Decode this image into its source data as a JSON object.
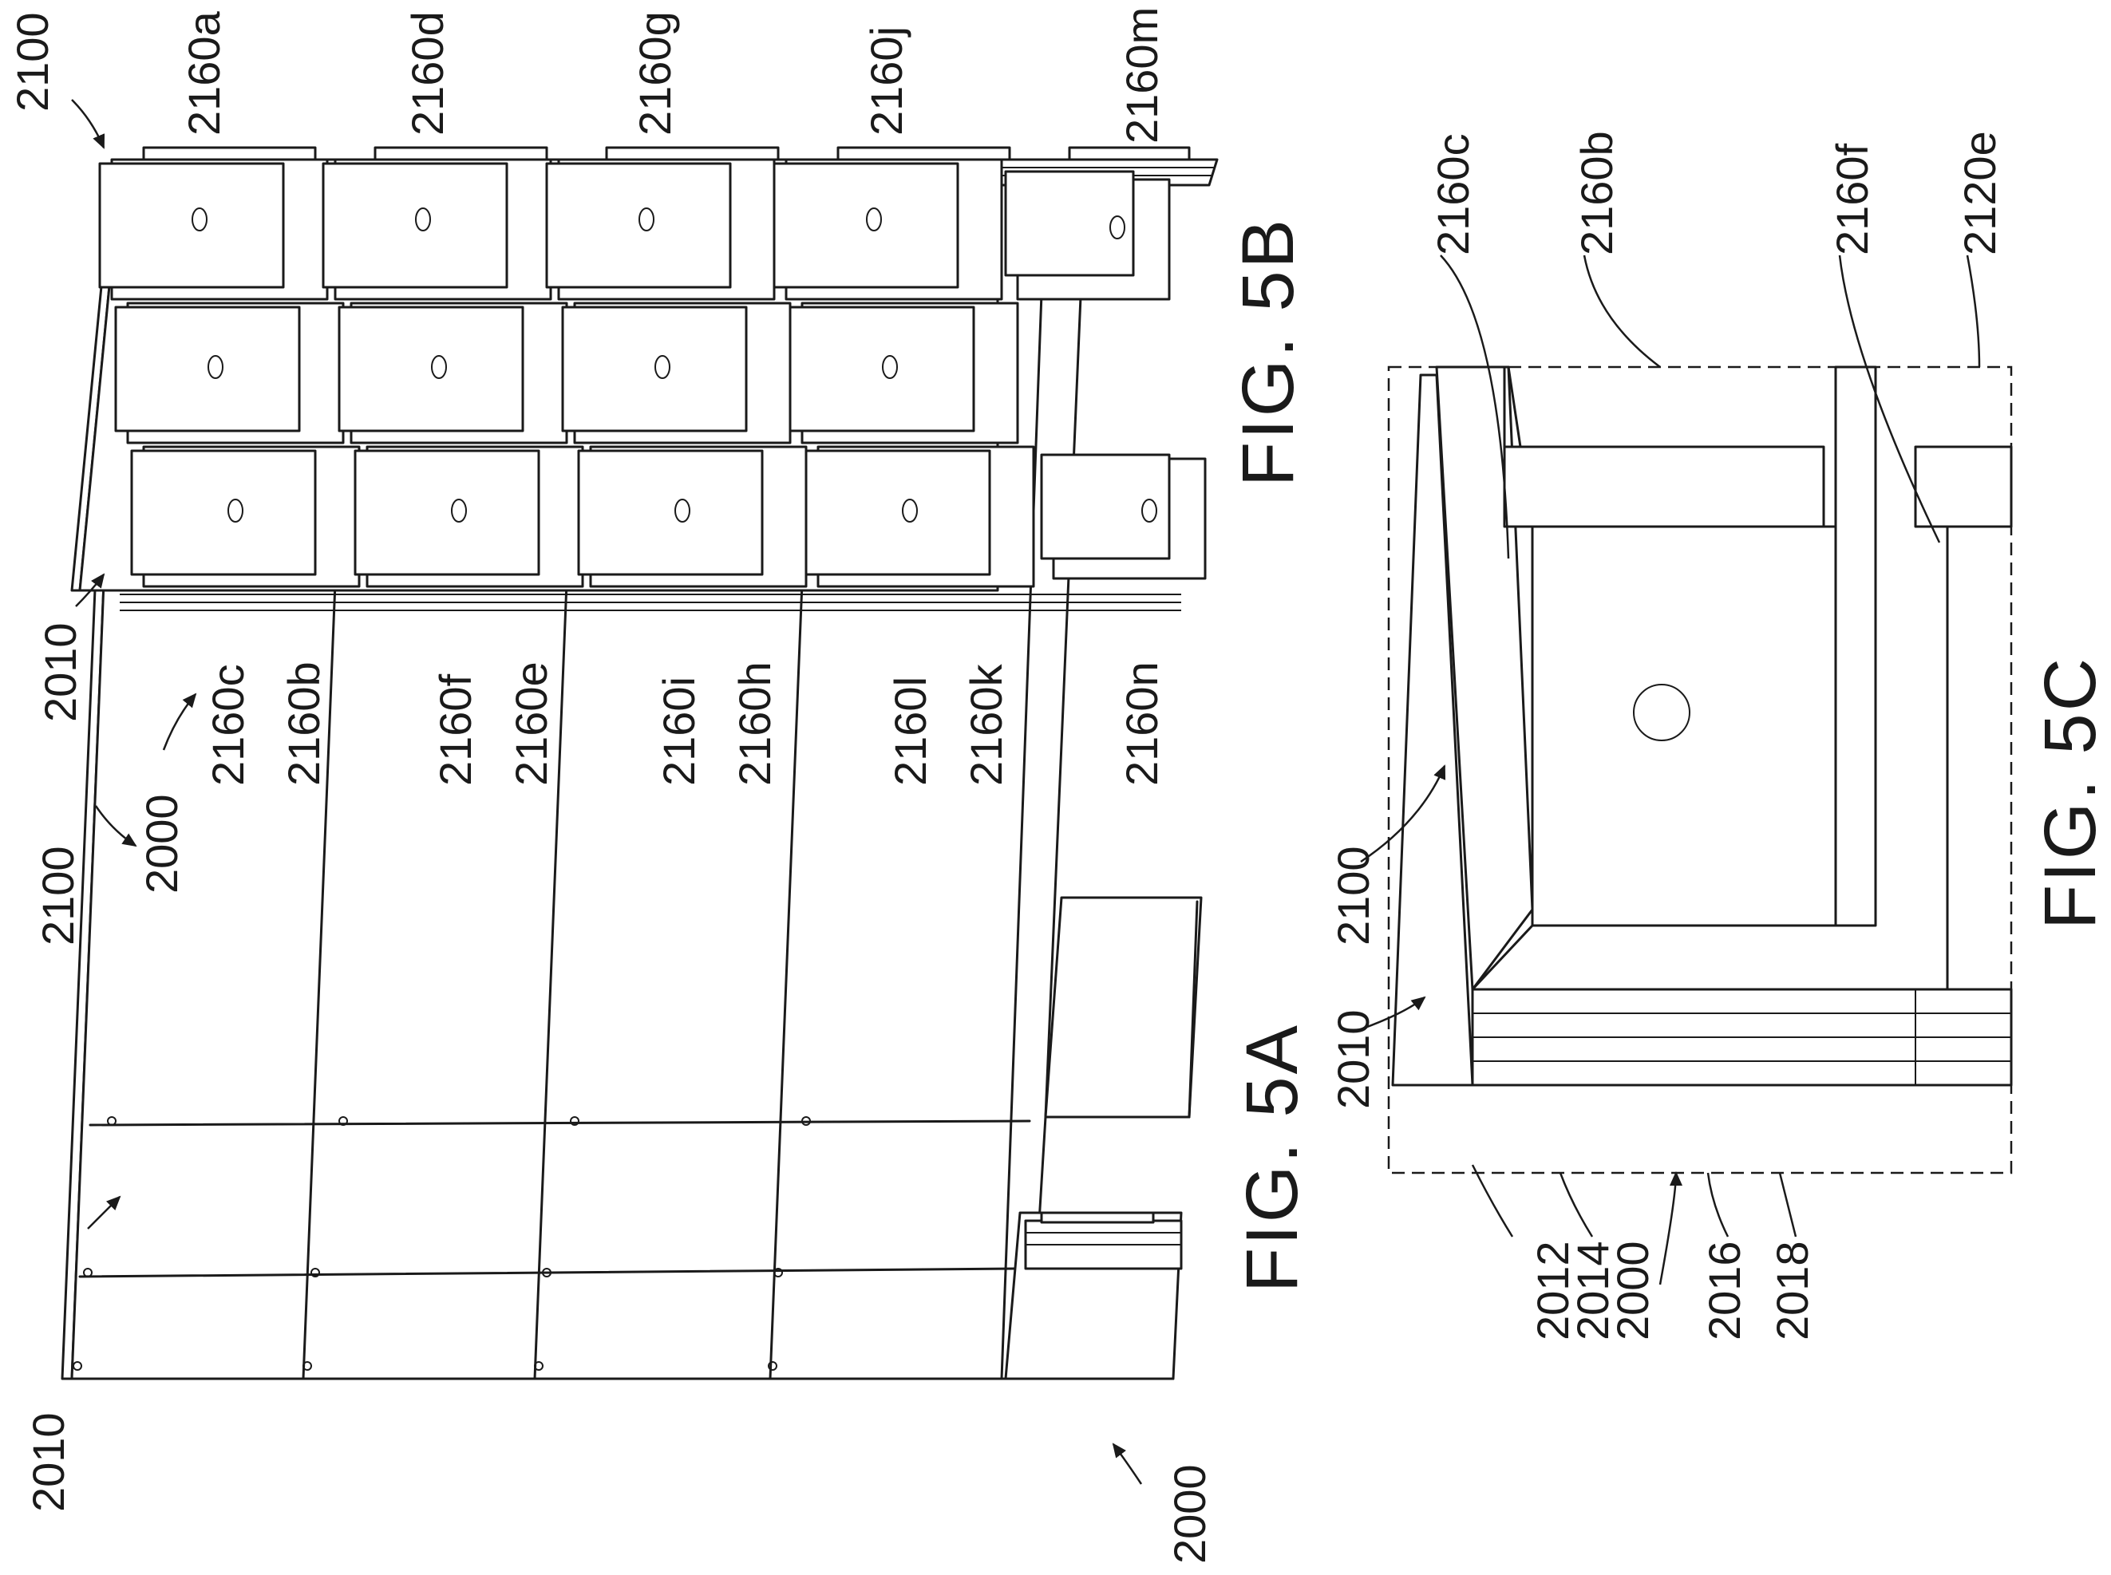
{
  "figures": [
    {
      "id": "5A",
      "caption": "FIG. 5A",
      "labels": {
        "assembly": "2000",
        "base": "2010",
        "top_module": "2100"
      }
    },
    {
      "id": "5B",
      "caption": "FIG. 5B",
      "labels": {
        "assembly": "2000",
        "base": "2010",
        "top_module": "2100",
        "tiles": [
          "2160a",
          "2160b",
          "2160c",
          "2160d",
          "2160e",
          "2160f",
          "2160g",
          "2160h",
          "2160i",
          "2160j",
          "2160k",
          "2160l",
          "2160m",
          "2160n"
        ]
      }
    },
    {
      "id": "5C",
      "caption": "FIG. 5C",
      "labels": {
        "assembly": "2000",
        "base": "2010",
        "top_module": "2100",
        "layers": [
          "2012",
          "2014",
          "2016",
          "2018"
        ],
        "parts": [
          "2160c",
          "2160b",
          "2160f",
          "2120e"
        ]
      }
    }
  ]
}
